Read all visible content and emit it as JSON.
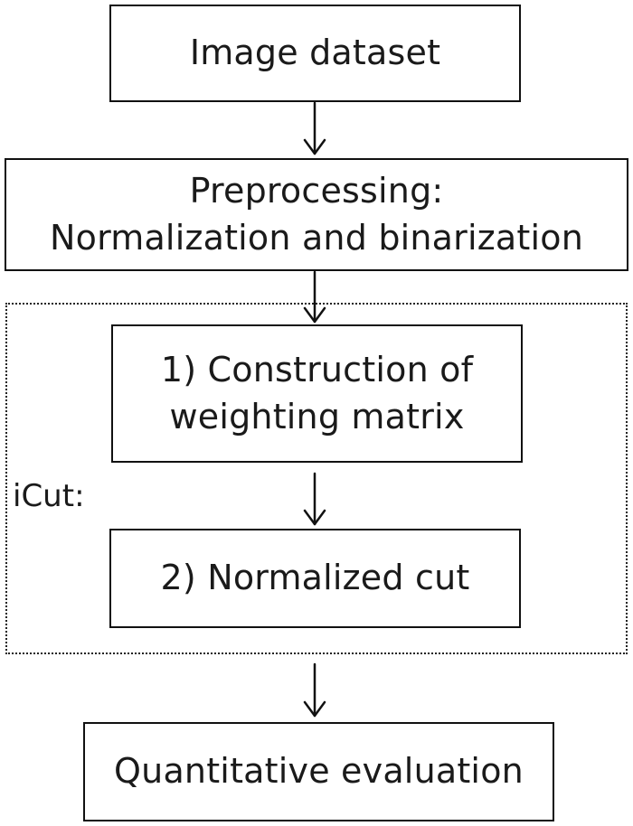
{
  "nodes": {
    "image_dataset": "Image dataset",
    "preprocessing": {
      "line1": "Preprocessing:",
      "line2": "Normalization and binarization"
    },
    "construction": {
      "line1": "1) Construction of",
      "line2": "weighting matrix"
    },
    "normalized_cut": "2) Normalized cut",
    "evaluation": "Quantitative evaluation"
  },
  "group": {
    "label": "iCut:"
  }
}
